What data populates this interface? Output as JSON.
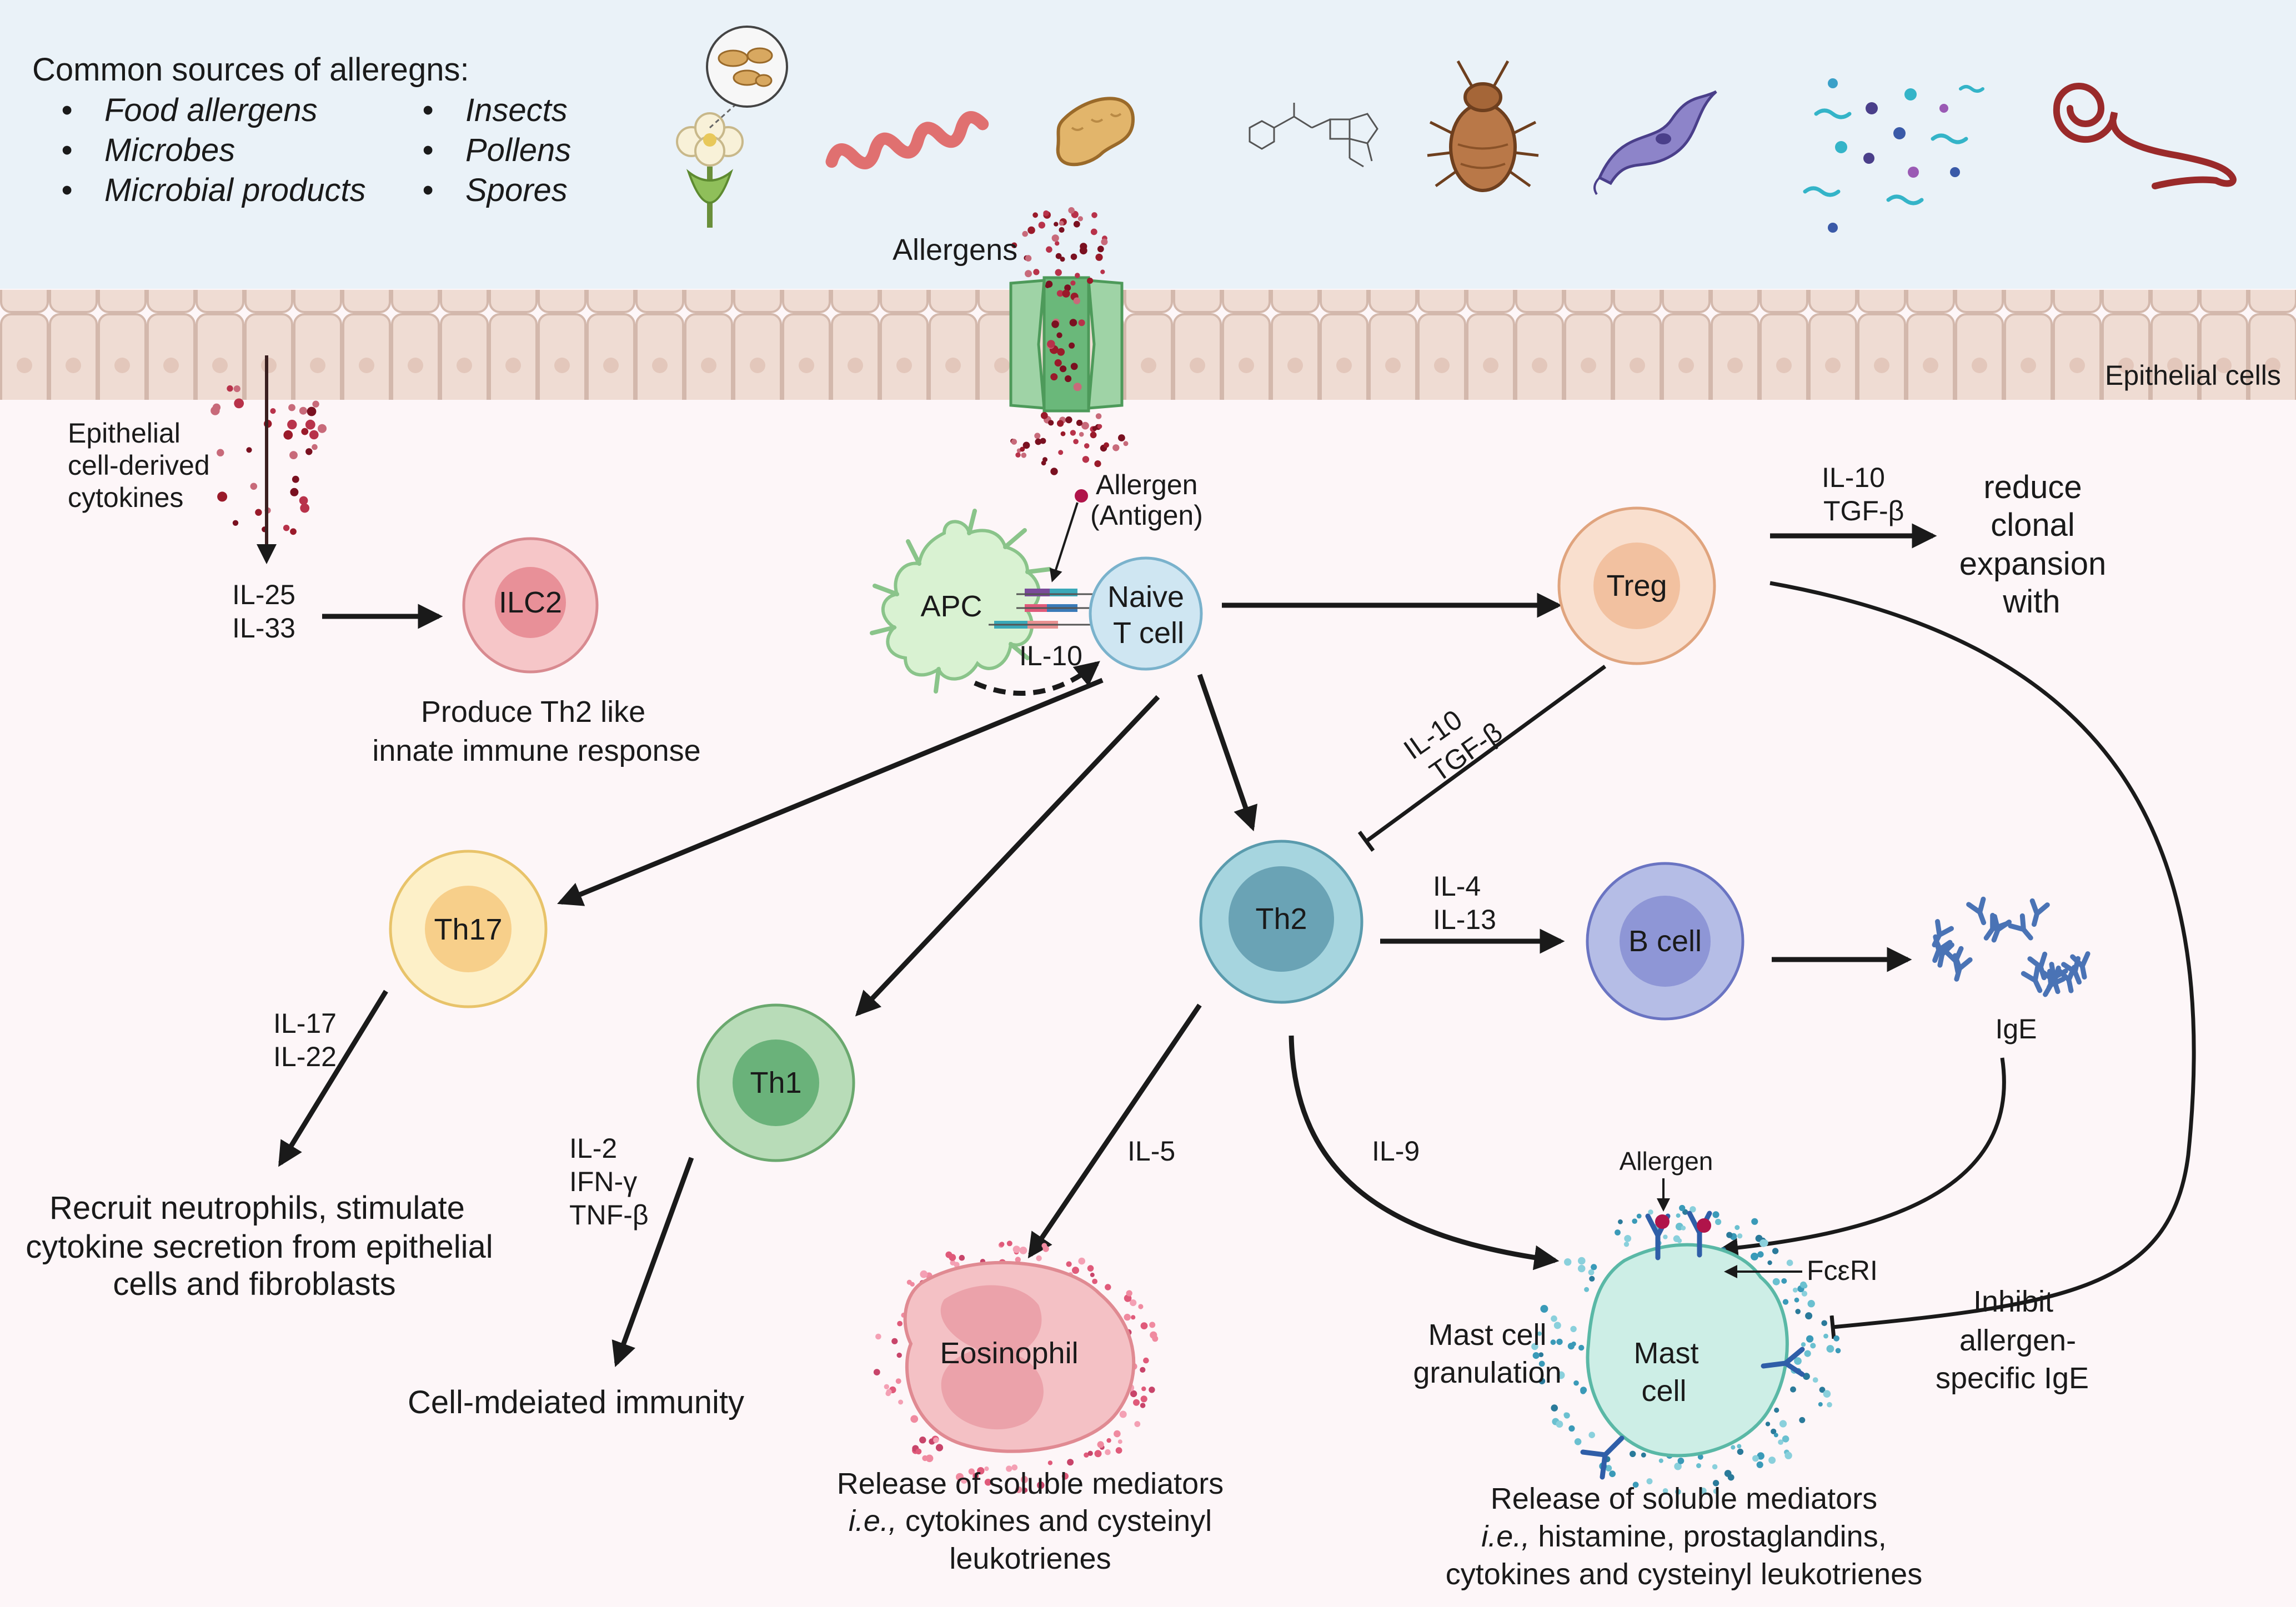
{
  "header": {
    "title": "Common sources of alleregns:",
    "sources_left": [
      "Food allergens",
      "Microbes",
      "Microbial products"
    ],
    "sources_right": [
      "Insects",
      "Pollens",
      "Spores"
    ],
    "bullet": "•"
  },
  "labels": {
    "allergens": "Allergens",
    "epithelial_cells": "Epithelial cells",
    "epithelial_cytokines": [
      "Epithelial",
      "cell-derived",
      "cytokines"
    ],
    "il25_il33": [
      "IL-25",
      "IL-33"
    ],
    "ilc2_response": [
      "Produce Th2 like",
      "innate immune response"
    ],
    "allergen_antigen": [
      "Allergen",
      "(Antigen)"
    ],
    "il10_apc": "IL-10",
    "treg_out": [
      "IL-10",
      "TGF-β"
    ],
    "treg_effect": [
      "reduce",
      "clonal",
      "expansion",
      "with"
    ],
    "treg_to_th2": [
      "IL-10",
      "TGF-β"
    ],
    "th2_to_b": [
      "IL-4",
      "IL-13"
    ],
    "th17_cytokines": [
      "IL-17",
      "IL-22"
    ],
    "th17_effect": [
      "Recruit neutrophils, stimulate",
      "cytokine secretion from epithelial",
      "cells and fibroblasts"
    ],
    "th1_cytokines": [
      "IL-2",
      "IFN-γ",
      "TNF-β"
    ],
    "th1_effect": "Cell-mdeiated immunity",
    "il5": "IL-5",
    "il9": "IL-9",
    "ige": "IgE",
    "allergen_mast": "Allergen",
    "fceri": "FcεRI",
    "inhibit_ige": [
      "Inhibit",
      "allergen-",
      "specific IgE"
    ],
    "mast_granulation": [
      "Mast cell",
      "granulation"
    ],
    "eos_italic": "i.e.,",
    "eos_effect_line1": "Release of soluble mediators",
    "eos_effect_line2": " cytokines and cysteinyl",
    "eos_effect_line3": "leukotrienes",
    "mast_italic": "i.e.,",
    "mast_effect_line1": "Release of soluble mediators",
    "mast_effect_line2": " histamine, prostaglandins,",
    "mast_effect_line3": "cytokines and cysteinyl leukotrienes"
  },
  "cells": {
    "ilc2": "ILC2",
    "apc": "APC",
    "naive_t": [
      "Naive",
      "T cell"
    ],
    "treg": "Treg",
    "th17": "Th17",
    "th1": "Th1",
    "th2": "Th2",
    "b_cell": "B cell",
    "eosinophil": "Eosinophil",
    "mast": [
      "Mast",
      "cell"
    ]
  },
  "colors": {
    "top_band": "#eaf2f8",
    "epithelium": "#ecd6cc",
    "background": "#fdf6f8",
    "ilc2": "#f2b9bd",
    "apc": "#d9f2d2",
    "naive_t": "#cfe6f2",
    "treg": "#f6cdb3",
    "th17": "#fbe5a8",
    "th1": "#a6d3a8",
    "th2": "#9fd0dc",
    "b_cell": "#b5bde6",
    "eosinophil": "#f2b6bb",
    "mast": "#cdeee6",
    "ige_blue": "#4a73b5",
    "arrow": "#1a1a1a"
  }
}
